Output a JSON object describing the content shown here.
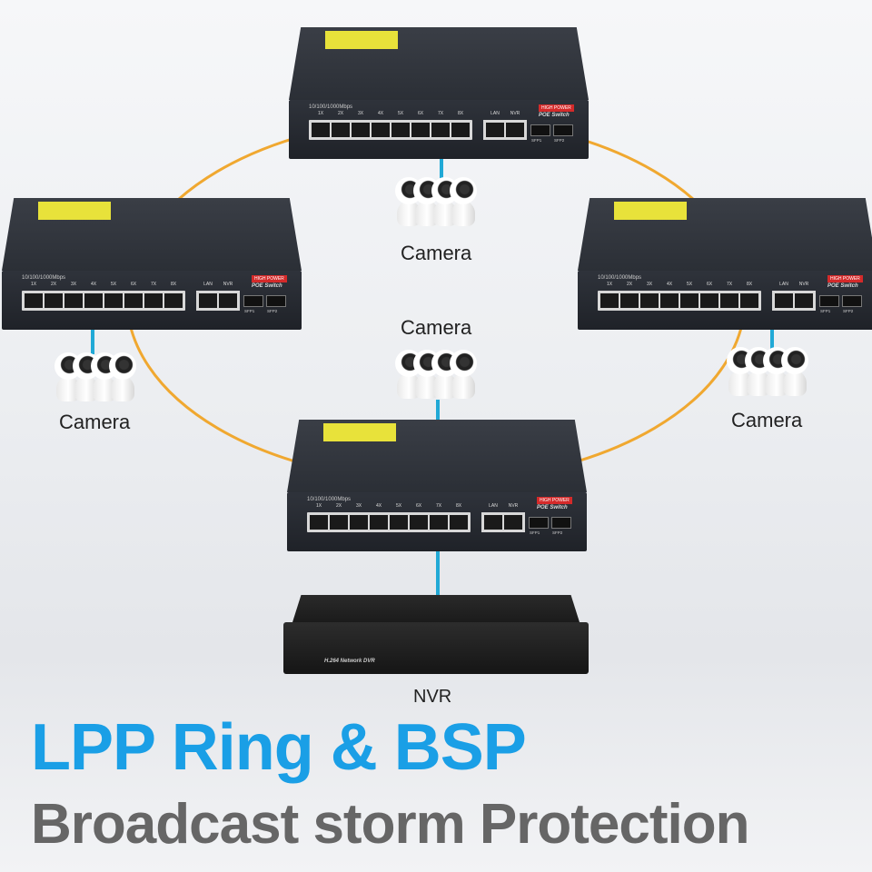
{
  "switch": {
    "speed": "10/100/1000Mbps",
    "ports": [
      "1X",
      "2X",
      "3X",
      "4X",
      "5X",
      "6X",
      "7X",
      "8X"
    ],
    "uplinks": [
      "LAN",
      "NVR"
    ],
    "sfp": [
      "SFP1",
      "SFP2"
    ],
    "badge": "HIGH POWER",
    "model": "POE Switch"
  },
  "cameras": {
    "label": "Camera"
  },
  "nvr": {
    "label": "NVR",
    "front_text": "H.264 Network DVR"
  },
  "headline": {
    "title": "LPP Ring & BSP",
    "subtitle": "Broadcast storm Protection"
  },
  "colors": {
    "ring": "#f0a830",
    "link": "#21a9d6",
    "title": "#1a9fe6",
    "subtitle": "#666666"
  }
}
